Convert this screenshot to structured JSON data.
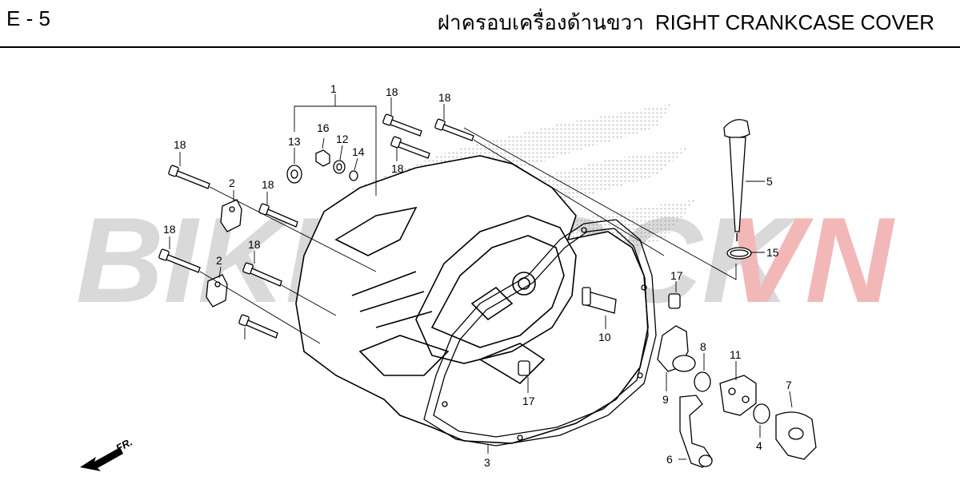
{
  "header": {
    "section_code": "E - 5",
    "title_thai": "ฝาครอบเครื่องด้านขวา",
    "title_english": "RIGHT CRANKCASE COVER"
  },
  "watermark": {
    "part1": "BIKESTOCK",
    "part2": "VN",
    "color_gray": "#d9d9d9",
    "color_red": "#f2b8b8"
  },
  "direction_label": "FR.",
  "callouts": {
    "c1": "1",
    "c2a": "2",
    "c2b": "2",
    "c3": "3",
    "c4": "4",
    "c5": "5",
    "c6": "6",
    "c7": "7",
    "c8": "8",
    "c9": "9",
    "c10": "10",
    "c11": "11",
    "c12": "12",
    "c13": "13",
    "c14": "14",
    "c15": "15",
    "c16": "16",
    "c17a": "17",
    "c17b": "17",
    "c18a": "18",
    "c18b": "18",
    "c18c": "18",
    "c18d": "18",
    "c18e": "18",
    "c18f": "18",
    "c18g": "18"
  }
}
